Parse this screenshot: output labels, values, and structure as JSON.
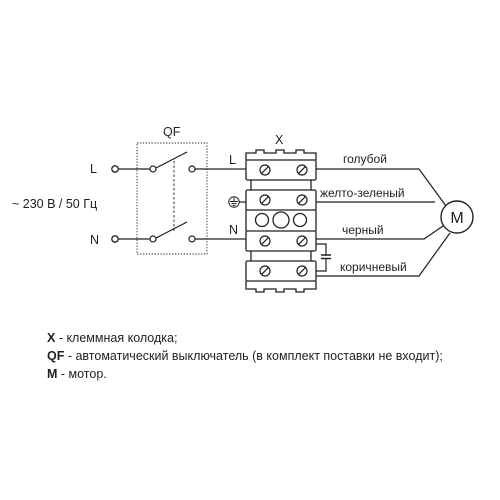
{
  "source_label": "~ 230 В / 50 Гц",
  "inputs": {
    "line": "L",
    "neutral": "N"
  },
  "breaker": {
    "label": "QF",
    "out_line": "L",
    "out_neutral": "N"
  },
  "terminal_block": {
    "label": "X"
  },
  "wires": {
    "blue": "голубой",
    "yellow_green": "желто-зеленый",
    "black": "черный",
    "brown": "коричневый"
  },
  "motor": {
    "label": "M"
  },
  "legend": [
    {
      "key": "X",
      "text": " - клеммная колодка;"
    },
    {
      "key": "QF",
      "text": " - автоматический выключатель (в комплект поставки не входит);"
    },
    {
      "key": "M",
      "text": " - мотор."
    }
  ]
}
